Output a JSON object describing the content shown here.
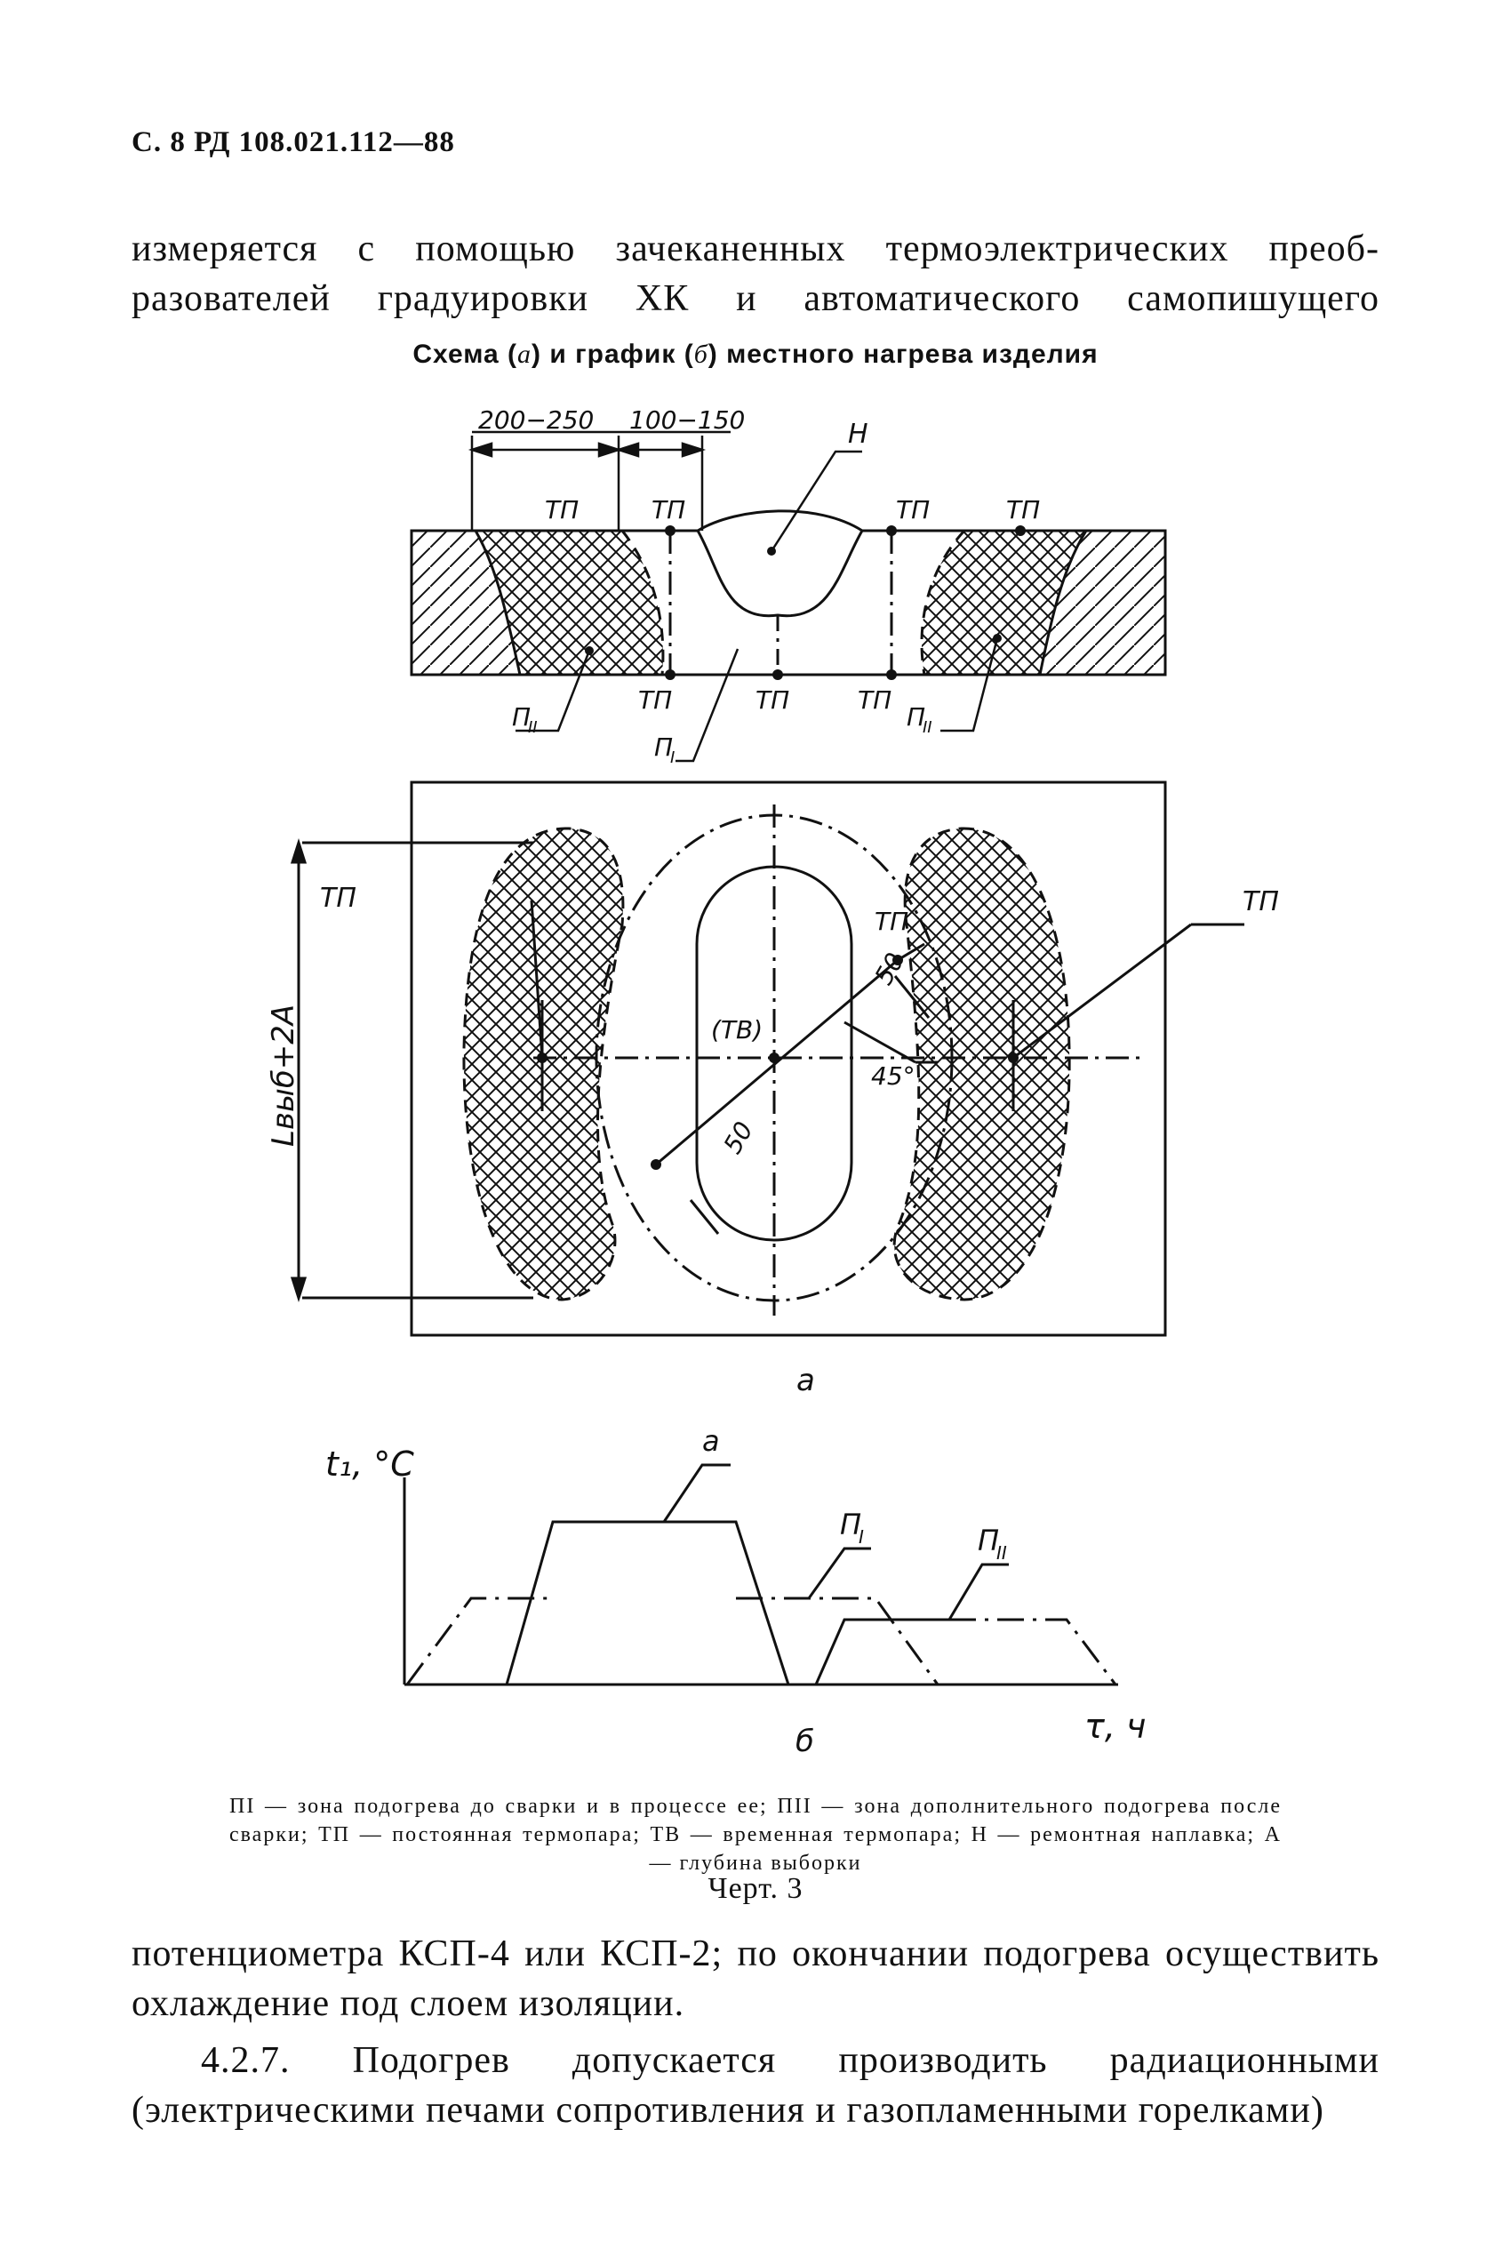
{
  "header": "С. 8 РД 108.021.112—88",
  "para_top": [
    "измеряется с помощью зачеканенных термоэлектрических преоб-",
    "разователей градуировки ХК и автоматического самопишущего"
  ],
  "figure_title": {
    "pre": "Схема (",
    "a": "а",
    "mid": ") и график (",
    "b": "б",
    "post": ") местного нагрева изделия"
  },
  "diagram_a": {
    "dim1": "200−250",
    "dim2": "100−150",
    "label_h": "Н",
    "label_tp": "ТП",
    "label_p1": "П",
    "label_p1_sub": "I",
    "label_p2": "П",
    "label_p2_sub": "II",
    "label_tv": "(ТВ)",
    "dim_50": "50",
    "angle": "45°",
    "length_label": "Lвыб+2A",
    "caption": "а"
  },
  "graph_b": {
    "y_axis": "t₁, °C",
    "x_axis": "τ, ч",
    "label_a": "а",
    "label_p1": "П",
    "label_p1_sub": "I",
    "label_p2": "П",
    "label_p2_sub": "II",
    "caption": "б"
  },
  "legend": "ПI — зона подогрева до сварки и в процессе ее; ПII — зона дополнительного подогрева после сварки; ТП — постоянная термопара; ТВ — временная термопара; Н — ремонтная наплавка; А — глубина выборки",
  "figure_number": "Черт. 3",
  "para_bottom_1": "потенциометра КСП-4 или КСП-2; по окончании подогрева осуществить охлаждение под слоем изоляции.",
  "para_bottom_2": "4.2.7. Подогрев допускается производить радиационными (электрическими печами сопротивления и газопламенными горелками)"
}
